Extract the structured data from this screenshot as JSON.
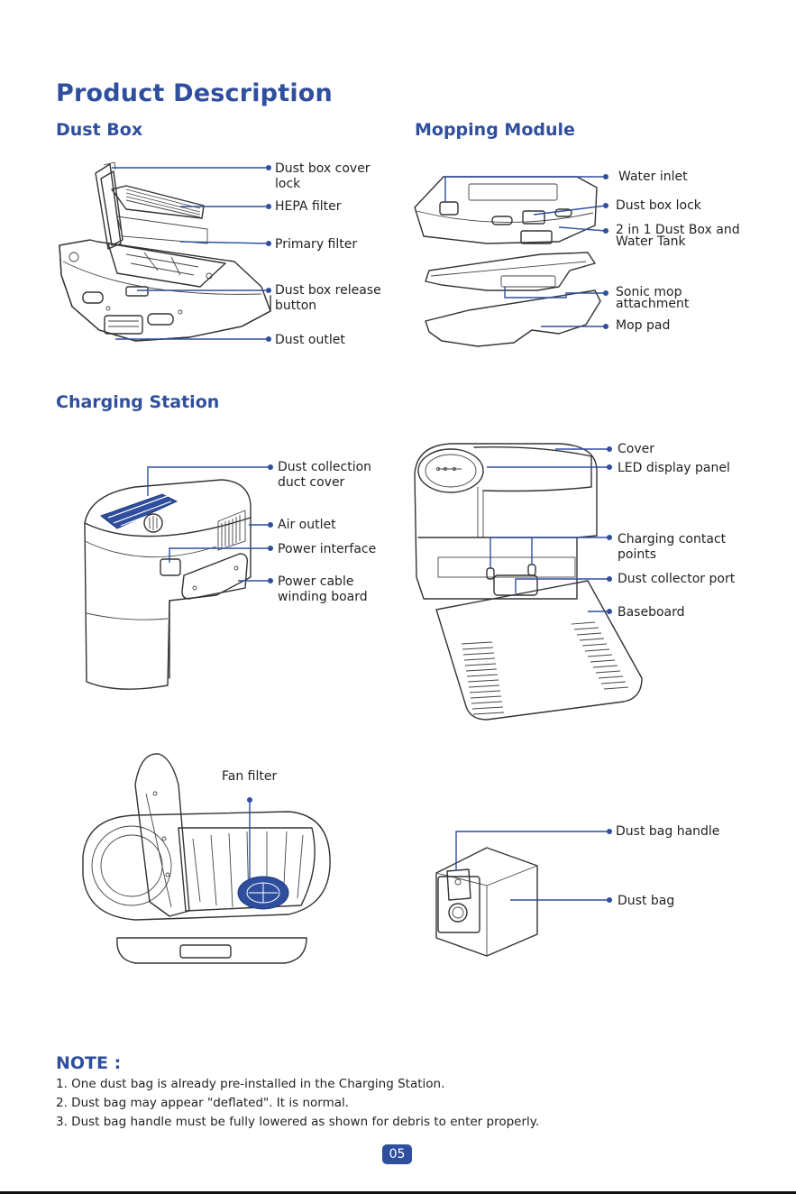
{
  "title": "Product Description",
  "sections": {
    "dust_box": {
      "heading": "Dust Box",
      "labels": {
        "cover_lock": [
          "Dust box cover",
          "lock"
        ],
        "hepa": "HEPA filter",
        "primary": "Primary filter",
        "release": [
          "Dust box release",
          "button"
        ],
        "outlet": "Dust outlet"
      }
    },
    "mopping": {
      "heading": "Mopping Module",
      "labels": {
        "water_inlet": "Water inlet",
        "box_lock": "Dust box lock",
        "tank": [
          "2 in 1 Dust Box and",
          "Water Tank"
        ],
        "sonic": [
          "Sonic mop",
          "attachment"
        ],
        "pad": "Mop pad"
      }
    },
    "station": {
      "heading": "Charging Station",
      "left_labels": {
        "duct": [
          "Dust collection",
          "duct cover"
        ],
        "air": "Air outlet",
        "power": "Power interface",
        "cable": [
          "Power cable",
          "winding board"
        ]
      },
      "right_labels": {
        "cover": "Cover",
        "led": "LED display panel",
        "contacts": [
          "Charging contact",
          "points"
        ],
        "port": "Dust collector port",
        "base": "Baseboard"
      },
      "fan_filter": "Fan filter",
      "bag_labels": {
        "handle": "Dust bag handle",
        "bag": "Dust bag"
      }
    }
  },
  "note": {
    "title": "NOTE :",
    "lines": [
      "1. One dust bag is already pre-installed in the Charging Station.",
      "2. Dust bag may appear \"deflated\". It is normal.",
      "3. Dust bag handle must be fully lowered as shown for debris to enter properly."
    ]
  },
  "page_number": "05",
  "colors": {
    "accent": "#2f4f9e",
    "text": "#222222"
  }
}
